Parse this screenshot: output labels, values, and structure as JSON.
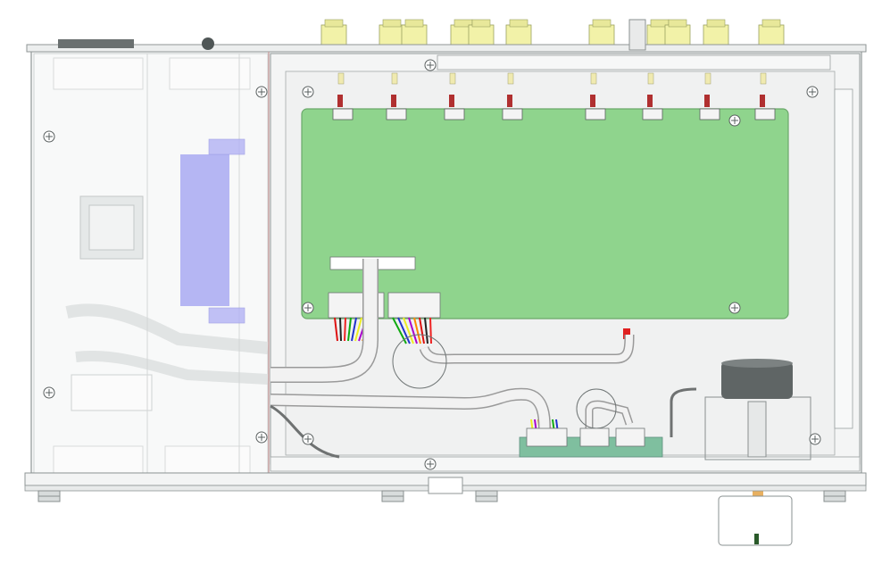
{
  "diagram": {
    "kind": "equipment-cad-top-view",
    "colors": {
      "background": "#ffffff",
      "chassis_fill": "#f7f8f8",
      "chassis_stroke": "#8f9696",
      "pcb": "#8fd48d",
      "pcb_stroke": "#6aa86a",
      "connector": "#f2f2a8",
      "transparent_panel": "#b9c0c0",
      "blue_part": "#9f9ff0",
      "cable": "#f2f2f2",
      "cable_stroke": "#9a9a9a",
      "dark_cable": "#6f7272",
      "transformer": "#5f6565",
      "red_line": "#c8a0a0"
    },
    "top_connectors": 11,
    "mount_screws": 12,
    "wire_colors": [
      "#d11",
      "#222",
      "#e22",
      "#1a1",
      "#23c",
      "#ee2",
      "#a0c",
      "#f80"
    ]
  }
}
